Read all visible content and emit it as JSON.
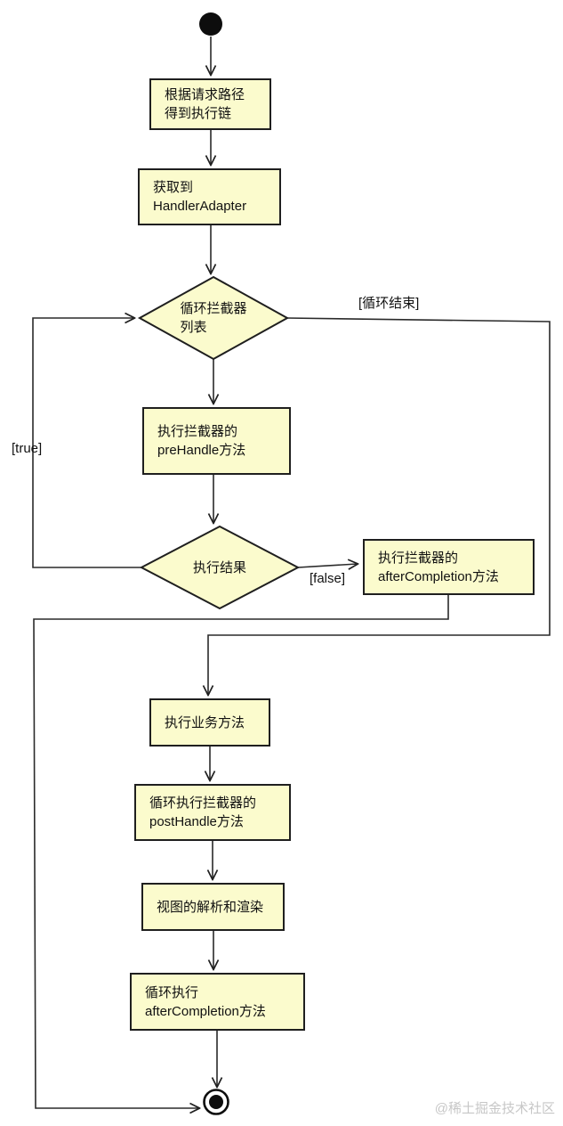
{
  "diagram": {
    "type": "uml-activity-flowchart",
    "colors": {
      "node_fill": "#fbfbcd",
      "node_border": "#1f1f1f",
      "line": "#2a2a2a",
      "terminal": "#0d0d0d",
      "watermark": "#c7c7c7",
      "background": "#ffffff"
    },
    "nodes": {
      "chain": {
        "label": "根据请求路径\n得到执行链"
      },
      "adapter": {
        "label": "获取到\nHandlerAdapter"
      },
      "loop_check": {
        "label": "循环拦截器\n列表"
      },
      "pre_handle": {
        "label": "执行拦截器的\npreHandle方法"
      },
      "result": {
        "label": "执行结果"
      },
      "after_completion_false": {
        "label": "执行拦截器的\nafterCompletion方法"
      },
      "business": {
        "label": "执行业务方法"
      },
      "post_handle": {
        "label": "循环执行拦截器的\npostHandle方法"
      },
      "view_render": {
        "label": "视图的解析和渲染"
      },
      "after_completion_loop": {
        "label": "循环执行\nafterCompletion方法"
      }
    },
    "edge_labels": {
      "loop_end": "[循环结束]",
      "true_branch": "[true]",
      "false_branch": "[false]"
    }
  },
  "watermark": {
    "text": "@稀土掘金技术社区"
  }
}
